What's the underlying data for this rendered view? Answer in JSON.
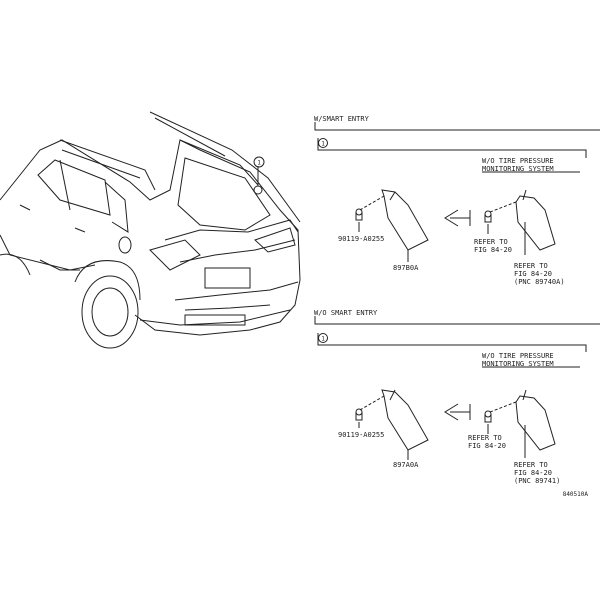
{
  "callouts": {
    "circle_number": "1"
  },
  "sections": [
    {
      "header": "W/SMART ENTRY",
      "subheader": "W/O TIRE PRESSURE MONITORING SYSTEM",
      "bolt_part": "90119-A0255",
      "part_number": "897B0A",
      "refer_lines": [
        "REFER TO",
        "FIG 84-20"
      ],
      "refer_lines_2": [
        "REFER TO",
        "FIG 84-20",
        "(PNC 89740A)"
      ]
    },
    {
      "header": "W/O SMART ENTRY",
      "subheader": "W/O TIRE PRESSURE MONITORING SYSTEM",
      "bolt_part": "90119-A0255",
      "part_number": "897A0A",
      "refer_lines": [
        "REFER TO",
        "FIG 84-20"
      ],
      "refer_lines_2": [
        "REFER TO",
        "FIG 84-20",
        "(PNC 89741)"
      ]
    }
  ],
  "diagram_id": "840510A"
}
